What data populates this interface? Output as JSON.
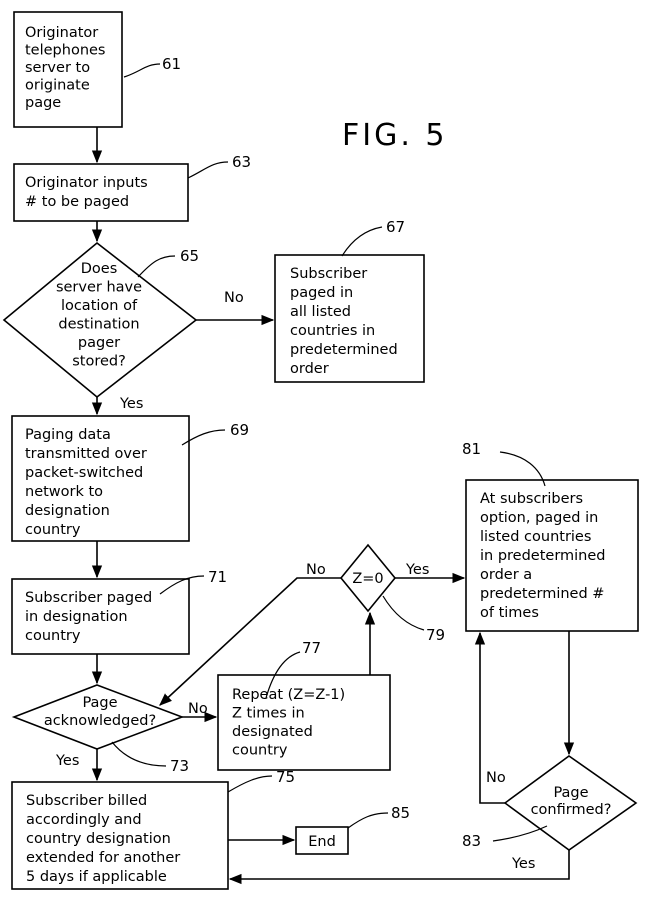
{
  "figure_label": "FIG. 5",
  "nodes": {
    "n61": {
      "ref": "61",
      "lines": [
        "Originator",
        "telephones",
        "server to",
        "originate",
        "page"
      ]
    },
    "n63": {
      "ref": "63",
      "lines": [
        "Originator inputs",
        "# to be paged"
      ]
    },
    "n65": {
      "ref": "65",
      "lines": [
        "Does",
        "server have",
        "location of",
        "destination",
        "pager",
        "stored?"
      ]
    },
    "n67": {
      "ref": "67",
      "lines": [
        "Subscriber",
        "paged in",
        "all listed",
        "countries in",
        "predetermined",
        "order"
      ]
    },
    "n69": {
      "ref": "69",
      "lines": [
        "Paging data",
        "transmitted over",
        "packet-switched",
        "network to",
        "designation",
        "country"
      ]
    },
    "n71": {
      "ref": "71",
      "lines": [
        "Subscriber paged",
        "in designation",
        "country"
      ]
    },
    "n73": {
      "ref": "73",
      "lines": [
        "Page",
        "acknowledged?"
      ]
    },
    "n75": {
      "ref": "75",
      "lines": [
        "Subscriber billed",
        "accordingly and",
        "country designation",
        "extended for another",
        "5 days if applicable"
      ]
    },
    "n77": {
      "ref": "77",
      "lines": [
        "Repeat (Z=Z-1)",
        "Z times in",
        "designated",
        "country"
      ]
    },
    "n79": {
      "ref": "79",
      "lines": [
        "Z=0"
      ]
    },
    "n81": {
      "ref": "81",
      "lines": [
        "At subscribers",
        "option, paged in",
        "listed countries",
        "in predetermined",
        "order a",
        "predetermined #",
        "of times"
      ]
    },
    "n83": {
      "ref": "83",
      "lines": [
        "Page",
        "confirmed?"
      ]
    },
    "n85": {
      "ref": "85",
      "lines": [
        "End"
      ]
    }
  },
  "edge_labels": {
    "e65_no": "No",
    "e65_yes": "Yes",
    "e73_no": "No",
    "e73_yes": "Yes",
    "e79_no": "No",
    "e79_yes": "Yes",
    "e83_no": "No",
    "e83_yes": "Yes"
  }
}
